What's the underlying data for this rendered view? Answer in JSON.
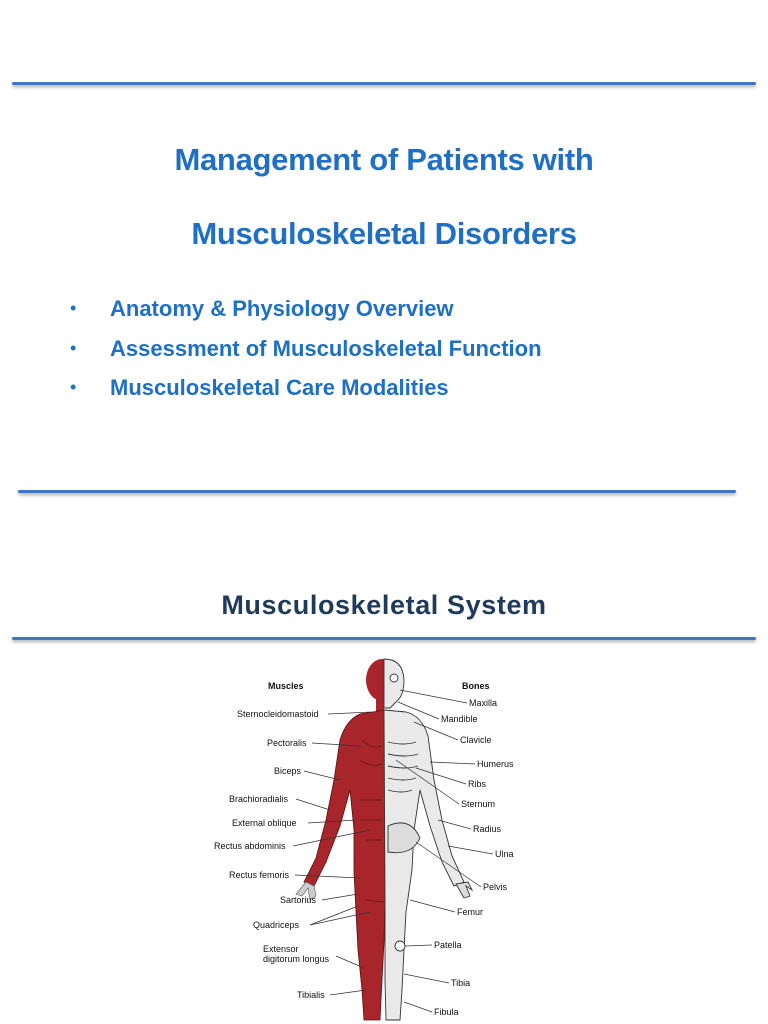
{
  "slide1": {
    "title_line1": "Management of Patients with",
    "title_line2": "Musculoskeletal Disorders",
    "bullets": [
      "Anatomy & Physiology Overview",
      "Assessment of Musculoskeletal Function",
      "Musculoskeletal Care Modalities"
    ]
  },
  "slide2": {
    "title": "Musculoskeletal System",
    "figure": {
      "muscles_header": "Muscles",
      "bones_header": "Bones",
      "muscle_labels": [
        "Sternocleidomastoid",
        "Pectoralis",
        "Biceps",
        "Brachioradialis",
        "External oblique",
        "Rectus abdominis",
        "Rectus femoris",
        "Sartorius",
        "Quadriceps",
        "Extensor",
        "digitorum longus",
        "Tibialis"
      ],
      "bone_labels": [
        "Maxilla",
        "Mandible",
        "Clavicle",
        "Humerus",
        "Ribs",
        "Sternum",
        "Radius",
        "Ulna",
        "Pelvis",
        "Femur",
        "Patella",
        "Tibia",
        "Fibula"
      ]
    }
  },
  "colors": {
    "accent_rule": "#4472c4",
    "title_blue": "#1f6fc5",
    "section_title": "#1f3b5c",
    "muscle_red": "#a8262b"
  }
}
